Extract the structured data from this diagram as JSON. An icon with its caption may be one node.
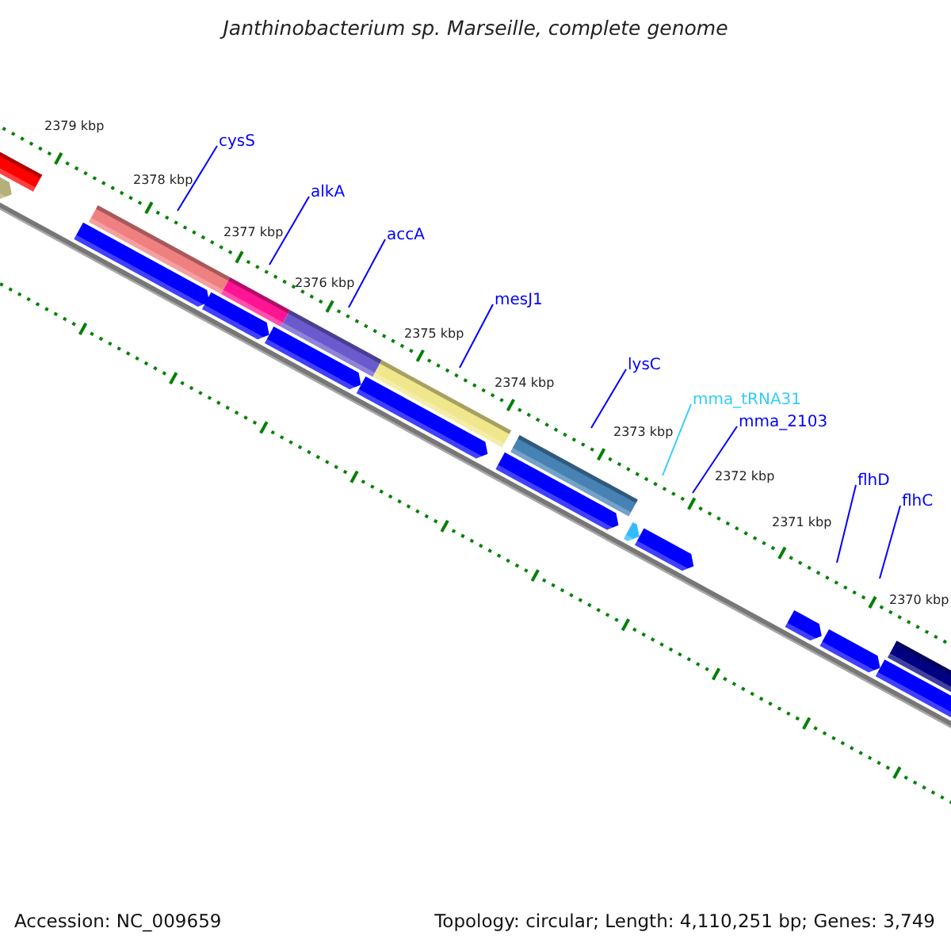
{
  "diagram": {
    "title": "Janthinobacterium sp. Marseille, complete genome",
    "nodes": [
      {
        "text": [
          "cysS"
        ]
      },
      {
        "text": [
          "alkA"
        ]
      },
      {
        "text": [
          "accA"
        ]
      },
      {
        "text": [
          "mesJ1"
        ]
      },
      {
        "text": [
          "lysC"
        ]
      },
      {
        "text": [
          "mma_tRNA31"
        ]
      },
      {
        "text": [
          "mma_2103"
        ]
      },
      {
        "text": [
          "flhD"
        ]
      },
      {
        "text": [
          "flhC"
        ]
      }
    ],
    "edges": [
      {
        "from": 0,
        "to": null,
        "arrow": "none"
      },
      {
        "from": 1,
        "to": null,
        "arrow": "none"
      },
      {
        "from": 2,
        "to": null,
        "arrow": "none"
      },
      {
        "from": 3,
        "to": null,
        "arrow": "none"
      },
      {
        "from": 4,
        "to": null,
        "arrow": "none"
      },
      {
        "from": 5,
        "to": null,
        "arrow": "none",
        "color": "#33ccff"
      },
      {
        "from": 6,
        "to": null,
        "arrow": "none"
      },
      {
        "from": 7,
        "to": null,
        "arrow": "none"
      },
      {
        "from": 8,
        "to": null,
        "arrow": "none"
      }
    ],
    "labels": [
      "2379 kbp",
      "2378 kbp",
      "2377 kbp",
      "2376 kbp",
      "2375 kbp",
      "2374 kbp",
      "2373 kbp",
      "2372 kbp",
      "2371 kbp",
      "2370 kbp",
      "Accession: NC_009659",
      "Topology: circular; Length: 4,110,251 bp; Genes: 3,749"
    ]
  }
}
